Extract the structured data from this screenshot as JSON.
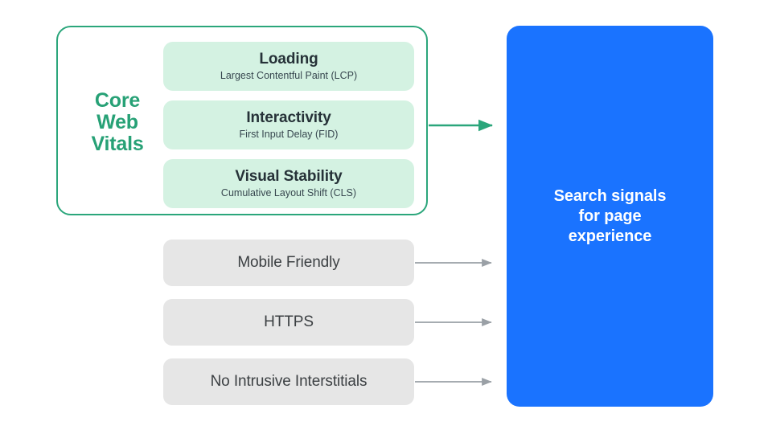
{
  "diagram": {
    "title": "Search signals for page experience",
    "colors": {
      "core_web_vitals_accent": "#27A176",
      "core_web_vitals_border": "#2BA67B",
      "vital_card_bg": "#D4F2E2",
      "gray_card_bg": "#E6E6E6",
      "blue_box_bg": "#1A73FF",
      "arrow_gray": "#9AA0A6",
      "arrow_green": "#2BA67B",
      "dark_text": "#263238",
      "gray_text": "#3C4043",
      "white_text": "#FFFFFF",
      "page_bg": "#FFFFFF"
    }
  },
  "core_web_vitals": {
    "label_lines": [
      "Core",
      "Web",
      "Vitals"
    ],
    "label_full": "Core Web Vitals",
    "metrics": [
      {
        "title": "Loading",
        "subtitle": "Largest Contentful Paint (LCP)",
        "abbreviation": "LCP"
      },
      {
        "title": "Interactivity",
        "subtitle": "First Input Delay (FID)",
        "abbreviation": "FID"
      },
      {
        "title": "Visual Stability",
        "subtitle": "Cumulative Layout Shift (CLS)",
        "abbreviation": "CLS"
      }
    ]
  },
  "other_signals": [
    {
      "label": "Mobile Friendly"
    },
    {
      "label": "HTTPS"
    },
    {
      "label": "No Intrusive Interstitials"
    }
  ],
  "destination": {
    "text": "Search signals\nfor page\nexperience",
    "lines": [
      "Search signals",
      "for page",
      "experience"
    ]
  },
  "connectors": [
    {
      "name": "core-web-vitals-arrow",
      "color": "#2BA67B",
      "from": "core-web-vitals-group",
      "to": "search-signals-box"
    },
    {
      "name": "mobile-friendly-arrow",
      "color": "#9AA0A6",
      "from": "mobile-friendly-card",
      "to": "search-signals-box"
    },
    {
      "name": "https-arrow",
      "color": "#9AA0A6",
      "from": "https-card",
      "to": "search-signals-box"
    },
    {
      "name": "no-intrusive-interstitials-arrow",
      "color": "#9AA0A6",
      "from": "no-intrusive-interstitials-card",
      "to": "search-signals-box"
    }
  ]
}
